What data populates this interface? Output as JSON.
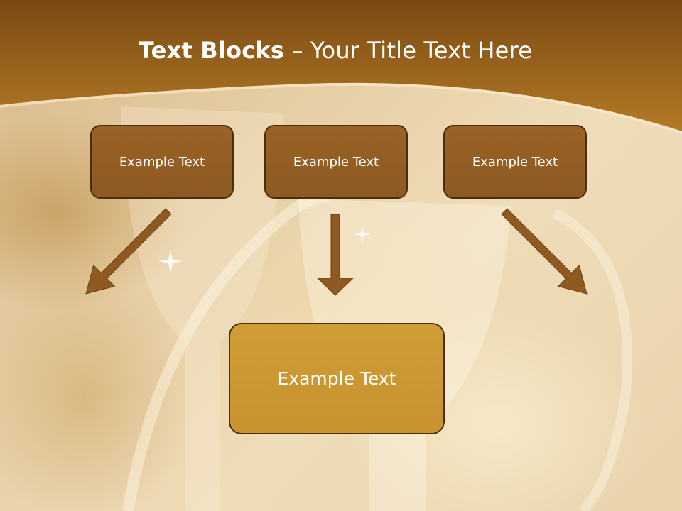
{
  "slide": {
    "title_strong": "Text Blocks",
    "title_separator": " – ",
    "title_rest": "Your Title Text Here"
  },
  "blocks": {
    "top": [
      "Example Text",
      "Example Text",
      "Example Text"
    ],
    "main": "Example Text"
  },
  "colors": {
    "header_band": "#a8711f",
    "top_block_fill": "#925e24",
    "main_block_fill": "#cc982f",
    "block_border": "#4a2e10",
    "arrow_fill": "#8f5a22"
  }
}
